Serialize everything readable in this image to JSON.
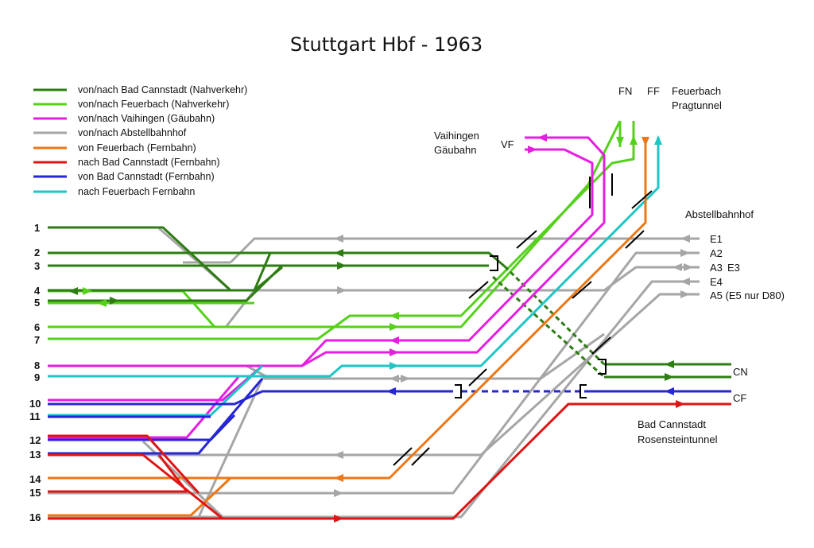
{
  "title": "Stuttgart Hbf - 1963",
  "colors": {
    "cannstadt_nah": "#2e7d14",
    "feuerbach_nah": "#55d11b",
    "vaihingen": "#e51ee0",
    "abstell": "#a6a6a6",
    "feuerbach_fern_in": "#ee7716",
    "cannstadt_fern_out": "#e01414",
    "cannstadt_fern_in": "#2626d6",
    "feuerbach_fern_out": "#1ec6c6"
  },
  "legend": [
    {
      "label": "von/nach Bad Cannstadt (Nahverkehr)",
      "color": "#2e7d14"
    },
    {
      "label": "von/nach Feuerbach (Nahverkehr)",
      "color": "#55d11b"
    },
    {
      "label": "von/nach Vaihingen (Gäubahn)",
      "color": "#e51ee0"
    },
    {
      "label": "von/nach Abstellbahnhof",
      "color": "#a6a6a6"
    },
    {
      "label": "von Feuerbach (Fernbahn)",
      "color": "#ee7716"
    },
    {
      "label": "nach Bad Cannstadt (Fernbahn)",
      "color": "#e01414"
    },
    {
      "label": "von Bad Cannstadt (Fernbahn)",
      "color": "#2626d6"
    },
    {
      "label": "nach Feuerbach Fernbahn",
      "color": "#1ec6c6"
    }
  ],
  "platforms": [
    "1",
    "2",
    "3",
    "4",
    "5",
    "6",
    "7",
    "8",
    "9",
    "10",
    "11",
    "12",
    "13",
    "14",
    "15",
    "16"
  ],
  "labels": {
    "fn": "FN",
    "ff": "FF",
    "feuerbach_1": "Feuerbach",
    "feuerbach_2": "Pragtunnel",
    "vaihingen_1": "Vaihingen",
    "vaihingen_2": "Gäubahn",
    "vf": "VF",
    "abstell": "Abstellbahnhof",
    "e1": "E1",
    "a2": "A2",
    "a3": "A3",
    "e3": "E3",
    "e4": "E4",
    "a5": "A5 (E5 nur D80)",
    "cn": "CN",
    "cf": "CF",
    "cannstadt_1": "Bad Cannstadt",
    "cannstadt_2": "Rosensteintunnel"
  }
}
